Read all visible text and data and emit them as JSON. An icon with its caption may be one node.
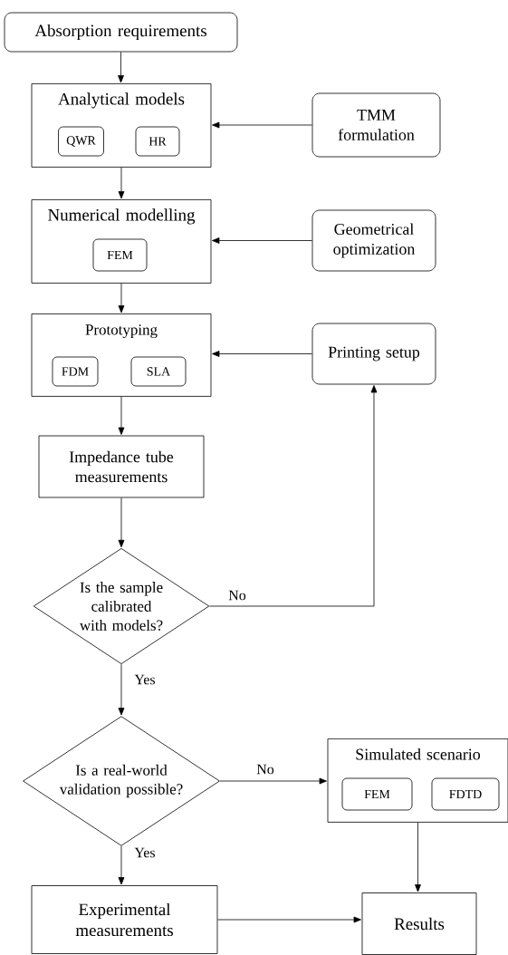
{
  "diagram": {
    "nodes": [
      {
        "text": [
          "Absorption requirements"
        ]
      },
      {
        "text": [
          "Analytical models"
        ]
      },
      {
        "text": [
          "QWR"
        ],
        "in": 1
      },
      {
        "text": [
          "HR"
        ],
        "in": 1
      },
      {
        "text": [
          "TMM formulation"
        ]
      },
      {
        "text": [
          "Numerical modelling"
        ]
      },
      {
        "text": [
          "FEM"
        ],
        "in": 5
      },
      {
        "text": [
          "Geometrical optimization"
        ]
      },
      {
        "text": [
          "Prototyping"
        ]
      },
      {
        "text": [
          "FDM"
        ],
        "in": 8
      },
      {
        "text": [
          "SLA"
        ],
        "in": 8
      },
      {
        "text": [
          "Printing setup"
        ]
      },
      {
        "text": [
          "Impedance tube measurements"
        ]
      },
      {
        "text": [
          "Is the sample calibrated with models?"
        ]
      },
      {
        "text": [
          "Is a real-world validation possible?"
        ]
      },
      {
        "text": [
          "Simulated scenario"
        ]
      },
      {
        "text": [
          "FEM"
        ],
        "in": 15
      },
      {
        "text": [
          "FDTD"
        ],
        "in": 15
      },
      {
        "text": [
          "Experimental measurements"
        ]
      },
      {
        "text": [
          "Results"
        ]
      }
    ],
    "edges": [
      {
        "from": 0,
        "to": 1,
        "arrow": "to"
      },
      {
        "from": 4,
        "to": 1,
        "arrow": "to"
      },
      {
        "from": 1,
        "to": 5,
        "arrow": "to"
      },
      {
        "from": 7,
        "to": 5,
        "arrow": "to"
      },
      {
        "from": 5,
        "to": 8,
        "arrow": "to"
      },
      {
        "from": 11,
        "to": 8,
        "arrow": "to"
      },
      {
        "from": 8,
        "to": 12,
        "arrow": "to"
      },
      {
        "from": 12,
        "to": 13,
        "arrow": "to"
      },
      {
        "from": 13,
        "to": 11,
        "arrow": "to",
        "label": "No"
      },
      {
        "from": 13,
        "to": 14,
        "arrow": "to",
        "label": "Yes"
      },
      {
        "from": 14,
        "to": 15,
        "arrow": "to",
        "label": "No"
      },
      {
        "from": 14,
        "to": 18,
        "arrow": "to",
        "label": "Yes"
      },
      {
        "from": 15,
        "to": 19,
        "arrow": "to"
      },
      {
        "from": 18,
        "to": 19,
        "arrow": "to"
      }
    ]
  }
}
